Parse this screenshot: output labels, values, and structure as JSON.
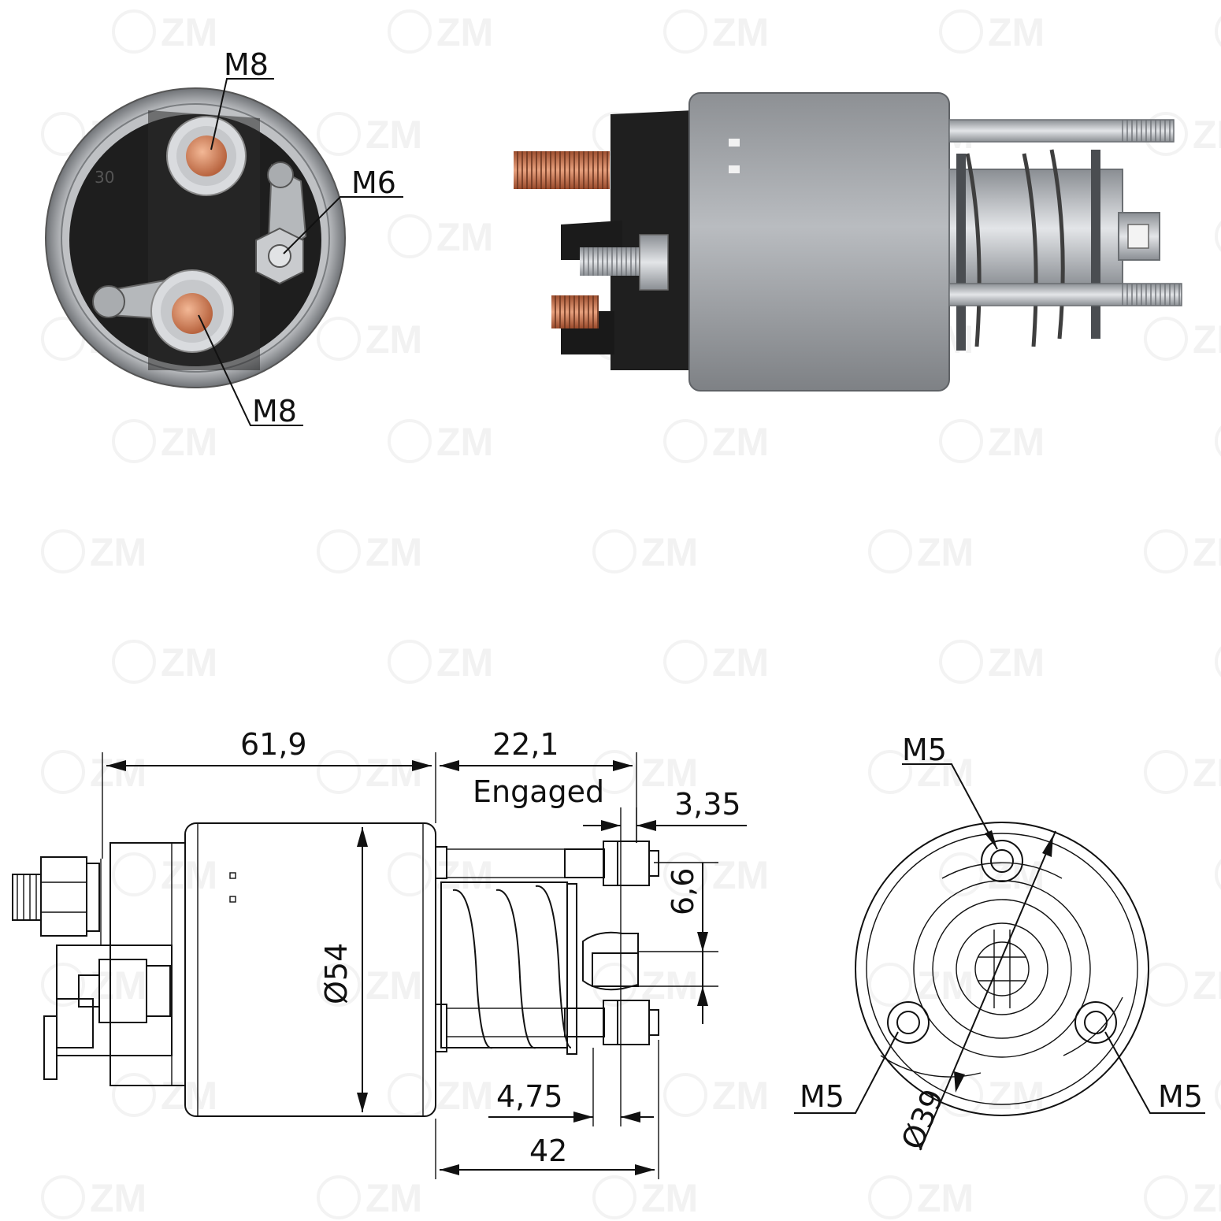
{
  "watermark": {
    "text": "ZM",
    "emblem": "ZM"
  },
  "end_view": {
    "terminal_top": "M8",
    "terminal_small": "M6",
    "terminal_bottom": "M8",
    "stamp": "30"
  },
  "side_view": {
    "length_body": "61,9",
    "stroke": "22,1",
    "stroke_note": "Engaged",
    "gap": "3,35",
    "offset": "6,6",
    "diameter": "Ø54",
    "lever_width": "4,75",
    "length_front": "42"
  },
  "front_view": {
    "bolt_top": "M5",
    "bolt_left": "M5",
    "bolt_right": "M5",
    "bolt_circle": "Ø39"
  },
  "colors": {
    "copper": "#c97a55",
    "steel": "#b8bcc2",
    "housing": "#9a9da1",
    "plastic": "#1c1c1c"
  }
}
